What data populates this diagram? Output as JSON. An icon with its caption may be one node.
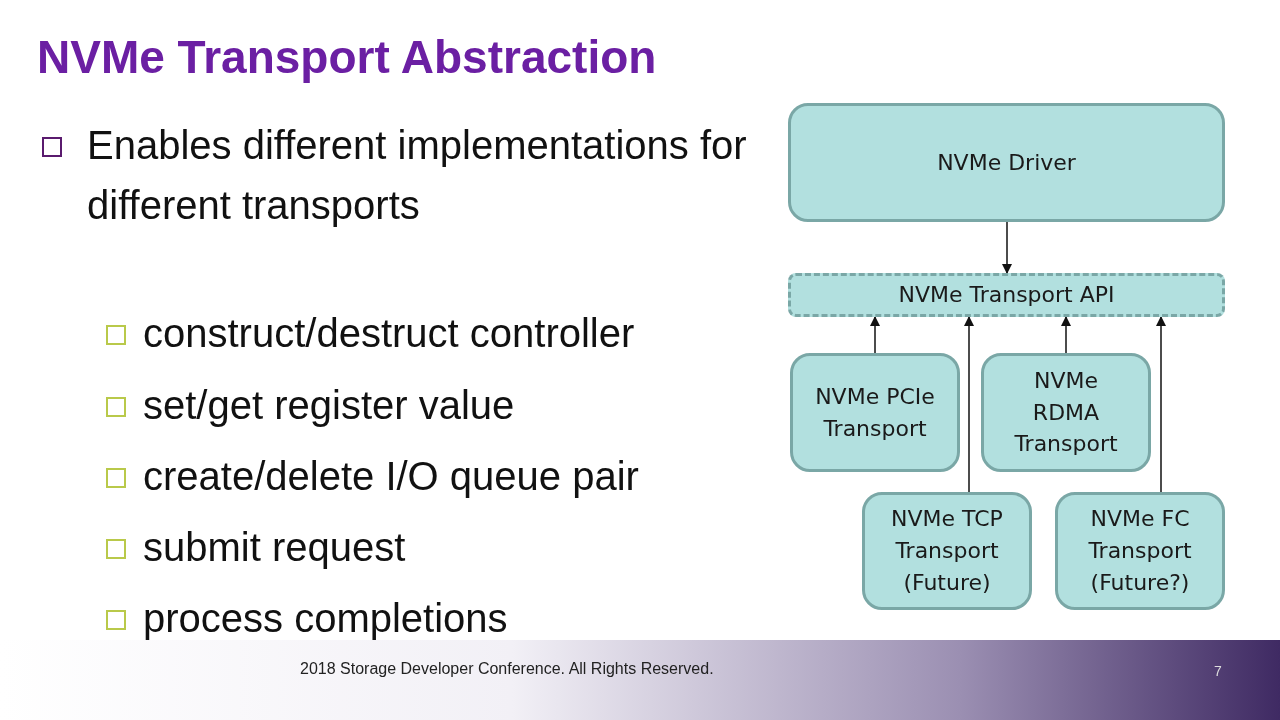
{
  "diagram": {
    "title": "NVMe Transport Abstraction",
    "nodes": [
      {
        "text": [
          "NVMe Driver"
        ]
      },
      {
        "text": [
          "NVMe Transport API"
        ]
      },
      {
        "text": [
          "NVMe PCIe Transport"
        ]
      },
      {
        "text": [
          "NVMe RDMA Transport"
        ]
      },
      {
        "text": [
          "NVMe TCP Transport (Future)"
        ]
      },
      {
        "text": [
          "NVMe FC Transport (Future?)"
        ]
      }
    ],
    "edges": [
      {
        "from": 0,
        "to": 1,
        "arrow": "to"
      },
      {
        "from": 2,
        "to": 1,
        "arrow": "to"
      },
      {
        "from": 4,
        "to": 1,
        "arrow": "to"
      },
      {
        "from": 3,
        "to": 1,
        "arrow": "to"
      },
      {
        "from": 5,
        "to": 1,
        "arrow": "to"
      }
    ],
    "labels": [
      "Enables different implementations for different transports",
      "construct/destruct controller",
      "set/get register value",
      "create/delete I/O queue pair",
      "submit request",
      "process completions",
      "2018 Storage Developer Conference. All Rights Reserved.",
      "7"
    ]
  }
}
